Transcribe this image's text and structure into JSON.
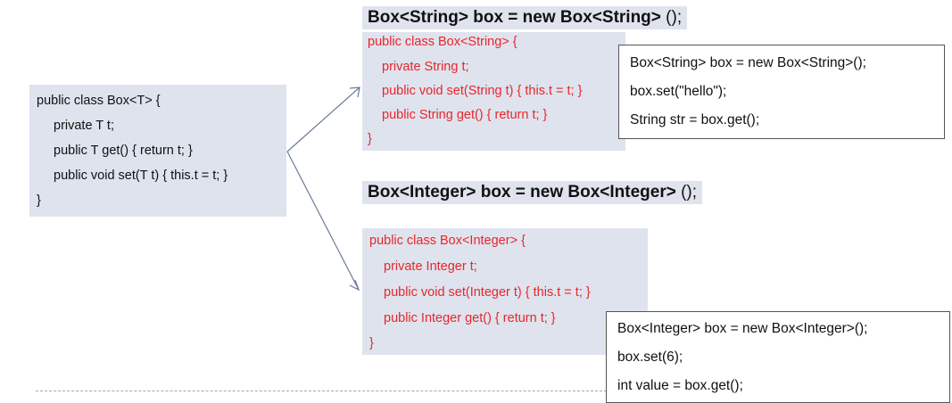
{
  "generic_class": {
    "lines": [
      "public class Box<T> {",
      "private T t;",
      "public T get() { return t; }",
      "public void set(T t) { this.t = t; }",
      "}"
    ]
  },
  "string_section": {
    "heading_bold": "Box<String> box = new Box<String>",
    "heading_tail": " ();",
    "class_lines": [
      "public class Box<String> {",
      "private String t;",
      "public void set(String t) { this.t = t; }",
      "public String get() { return t; }",
      "}"
    ],
    "usage_lines": [
      "Box<String> box = new Box<String>();",
      "box.set(\"hello\");",
      "String str = box.get();"
    ]
  },
  "integer_section": {
    "heading_bold": "Box<Integer> box = new Box<Integer>",
    "heading_tail": " ();",
    "class_lines": [
      "public class Box<Integer> {",
      "private Integer t;",
      "public void set(Integer t) { this.t = t; }",
      "public Integer get() { return t; }",
      "}"
    ],
    "usage_lines": [
      "Box<Integer> box = new Box<Integer>();",
      "box.set(6);",
      "int value = box.get();"
    ]
  },
  "colors": {
    "panel": "#dfe3ee",
    "red_code": "#e8262a",
    "arrow": "#6a7a99"
  }
}
